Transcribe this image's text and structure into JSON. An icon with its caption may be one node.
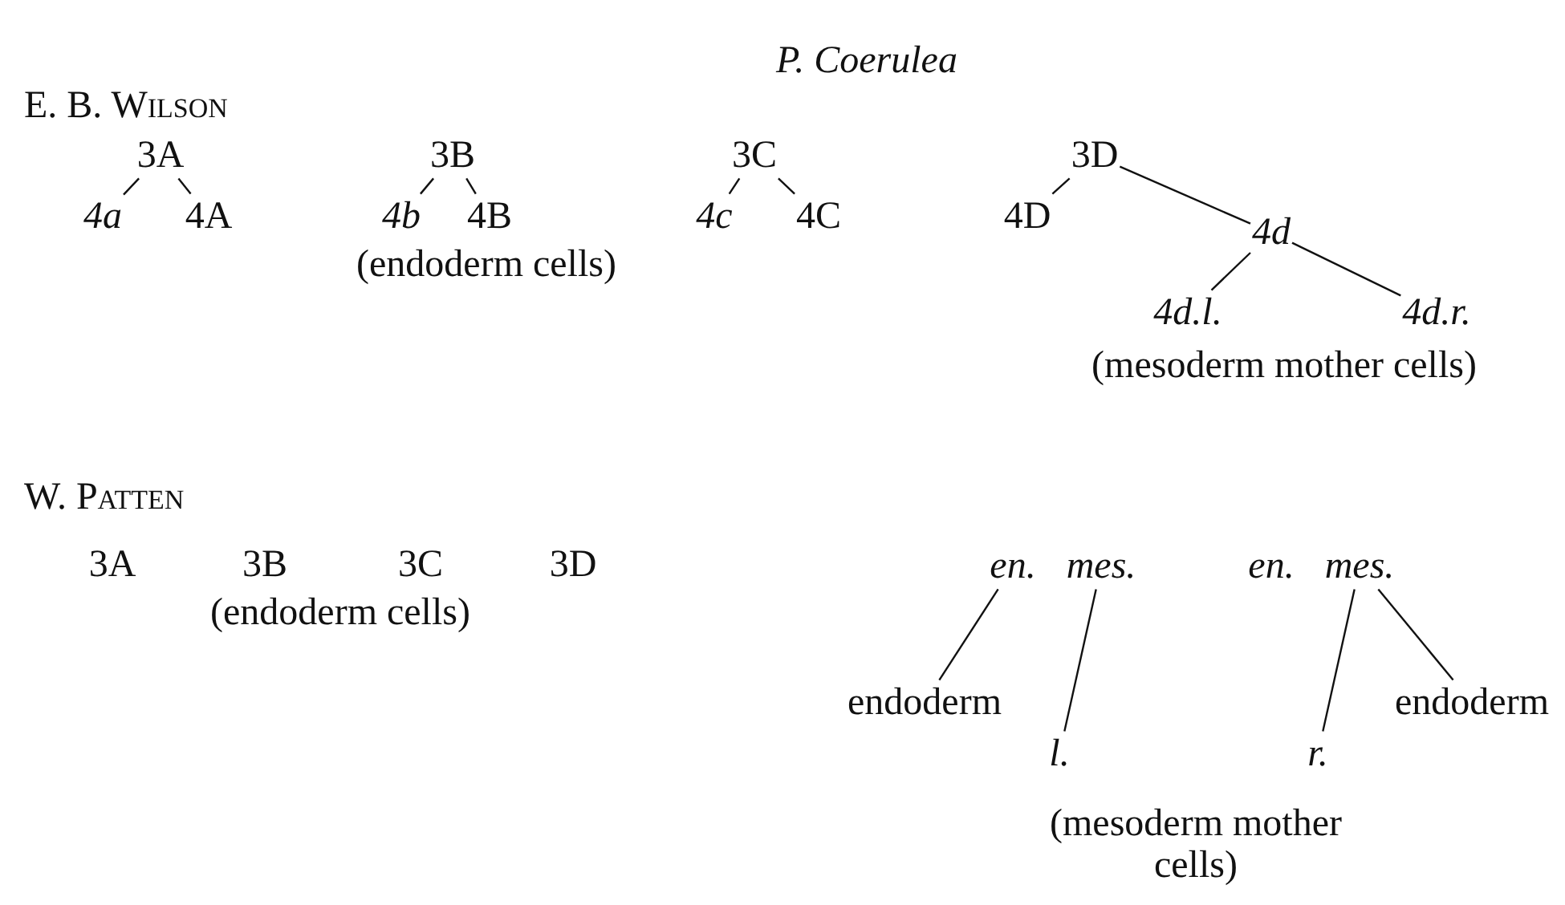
{
  "diagram": {
    "title": "P. Coerulea",
    "nodes": [
      {
        "text": [
          "3A"
        ]
      },
      {
        "text": [
          "4a"
        ]
      },
      {
        "text": [
          "4A"
        ]
      },
      {
        "text": [
          "3B"
        ]
      },
      {
        "text": [
          "4b"
        ]
      },
      {
        "text": [
          "4B"
        ]
      },
      {
        "text": [
          "3C"
        ]
      },
      {
        "text": [
          "4c"
        ]
      },
      {
        "text": [
          "4C"
        ]
      },
      {
        "text": [
          "3D"
        ]
      },
      {
        "text": [
          "4D"
        ]
      },
      {
        "text": [
          "4d"
        ]
      },
      {
        "text": [
          "4d.l."
        ]
      },
      {
        "text": [
          "4d.r."
        ]
      },
      {
        "text": [
          "en."
        ]
      },
      {
        "text": [
          "mes."
        ]
      },
      {
        "text": [
          "en."
        ]
      },
      {
        "text": [
          "mes."
        ]
      },
      {
        "text": [
          "endoderm"
        ]
      },
      {
        "text": [
          "l."
        ]
      },
      {
        "text": [
          "r."
        ]
      },
      {
        "text": [
          "endoderm"
        ]
      }
    ],
    "edges": [
      {
        "from": 0,
        "to": 1,
        "arrow": "none"
      },
      {
        "from": 0,
        "to": 2,
        "arrow": "none"
      },
      {
        "from": 3,
        "to": 4,
        "arrow": "none"
      },
      {
        "from": 3,
        "to": 5,
        "arrow": "none"
      },
      {
        "from": 6,
        "to": 7,
        "arrow": "none"
      },
      {
        "from": 6,
        "to": 8,
        "arrow": "none"
      },
      {
        "from": 9,
        "to": 10,
        "arrow": "none"
      },
      {
        "from": 9,
        "to": 11,
        "arrow": "none"
      },
      {
        "from": 11,
        "to": 12,
        "arrow": "none"
      },
      {
        "from": 11,
        "to": 13,
        "arrow": "none"
      },
      {
        "from": 14,
        "to": 18,
        "arrow": "none"
      },
      {
        "from": 15,
        "to": 19,
        "arrow": "none"
      },
      {
        "from": 17,
        "to": 20,
        "arrow": "none"
      },
      {
        "from": 17,
        "to": 21,
        "arrow": "none"
      }
    ],
    "labels": [
      "E. B. Wilson",
      "(endoderm cells)",
      "(mesoderm mother cells)",
      "W. Patten",
      "3A",
      "3B",
      "3C",
      "3D",
      "(endoderm cells)",
      "(mesoderm mother cells)"
    ]
  }
}
